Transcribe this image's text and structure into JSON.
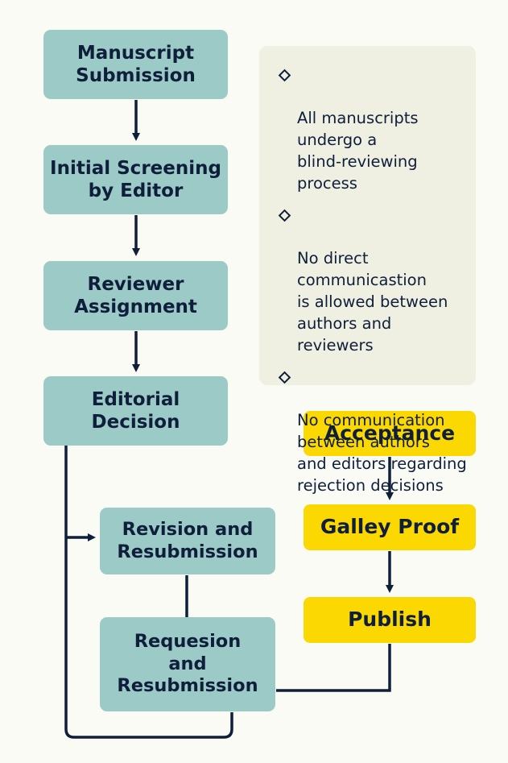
{
  "flow": {
    "submission": "Manuscript\nSubmission",
    "screening": "Initial Screening\nby Editor",
    "assignment": "Reviewer\nAssignment",
    "decision": "Editorial\nDecision",
    "revision": "Revision and\nResubmission",
    "requestion": "Requesion\nand\nResubmission",
    "acceptance": "Acceptance",
    "galley": "Galley Proof",
    "publish": "Publish"
  },
  "notes": [
    "All manuscripts\nundergo a\nblind-reviewing\nprocess",
    "No direct\ncommunicastion\nis allowed between\nauthors and\nreviewers",
    "No communication\nbetween authors\nand editors regarding\nrejection decisions"
  ],
  "colors": {
    "teal": "#9ccbc7",
    "yellow": "#fcd803",
    "note_bg": "#efefe2",
    "line": "#0f1f3b"
  }
}
